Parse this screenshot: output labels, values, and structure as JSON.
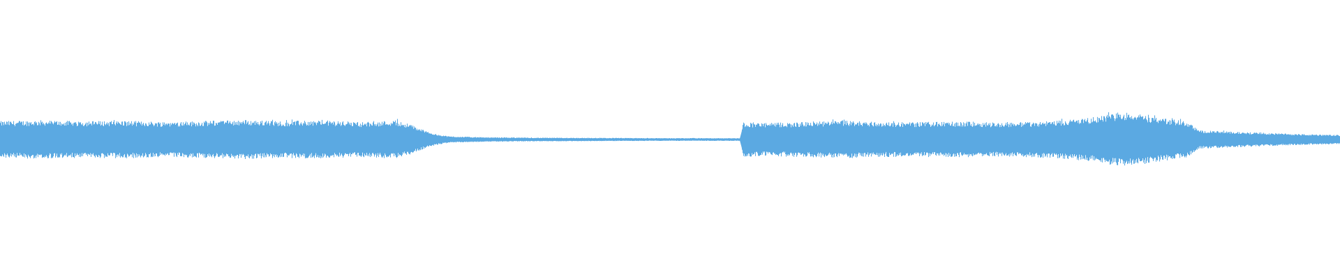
{
  "waveform": {
    "color": "#5ba9e2",
    "background": "#ffffff",
    "envelope": [
      [
        0.0,
        0.4
      ],
      [
        0.03,
        0.42
      ],
      [
        0.06,
        0.4
      ],
      [
        0.09,
        0.41
      ],
      [
        0.12,
        0.39
      ],
      [
        0.15,
        0.4
      ],
      [
        0.18,
        0.43
      ],
      [
        0.21,
        0.4
      ],
      [
        0.24,
        0.42
      ],
      [
        0.27,
        0.38
      ],
      [
        0.295,
        0.42
      ],
      [
        0.305,
        0.34
      ],
      [
        0.315,
        0.22
      ],
      [
        0.325,
        0.12
      ],
      [
        0.335,
        0.07
      ],
      [
        0.36,
        0.05
      ],
      [
        0.4,
        0.04
      ],
      [
        0.45,
        0.035
      ],
      [
        0.5,
        0.03
      ],
      [
        0.553,
        0.03
      ],
      [
        0.554,
        0.38
      ],
      [
        0.57,
        0.36
      ],
      [
        0.6,
        0.38
      ],
      [
        0.63,
        0.41
      ],
      [
        0.66,
        0.38
      ],
      [
        0.69,
        0.38
      ],
      [
        0.72,
        0.39
      ],
      [
        0.75,
        0.37
      ],
      [
        0.78,
        0.4
      ],
      [
        0.81,
        0.46
      ],
      [
        0.83,
        0.56
      ],
      [
        0.845,
        0.58
      ],
      [
        0.86,
        0.5
      ],
      [
        0.885,
        0.4
      ],
      [
        0.895,
        0.2
      ],
      [
        0.92,
        0.17
      ],
      [
        0.95,
        0.14
      ],
      [
        0.98,
        0.11
      ],
      [
        1.0,
        0.1
      ]
    ]
  }
}
